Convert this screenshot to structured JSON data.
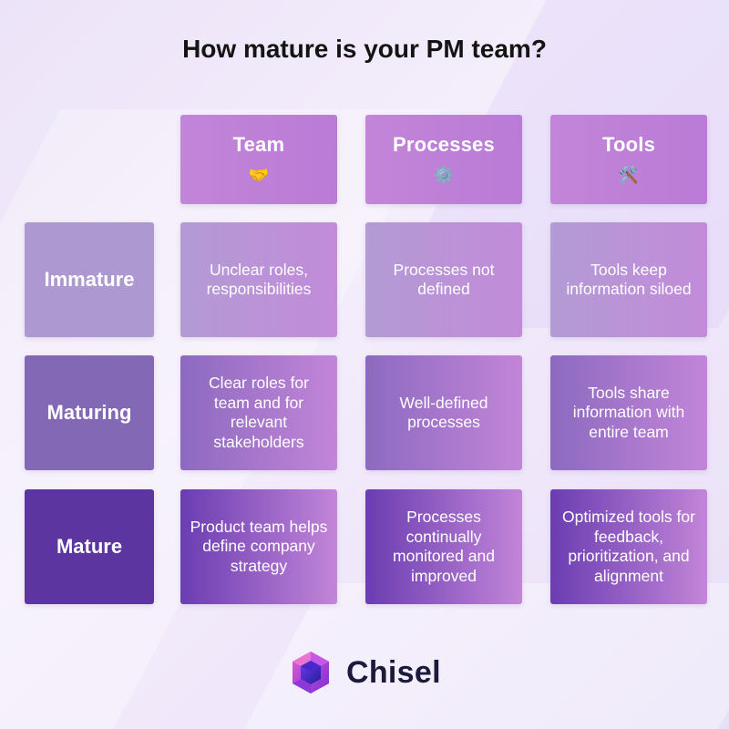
{
  "title": "How mature is your PM team?",
  "columns": [
    {
      "label": "Team",
      "icon": "🤝",
      "icon_name": "handshake-icon"
    },
    {
      "label": "Processes",
      "icon": "⚙️",
      "icon_name": "gear-icon"
    },
    {
      "label": "Tools",
      "icon": "🛠️",
      "icon_name": "hammer-and-wrench-icon"
    }
  ],
  "rows": [
    {
      "label": "Immature",
      "cells": [
        "Unclear roles, responsibilities",
        "Processes not defined",
        "Tools keep information siloed"
      ]
    },
    {
      "label": "Maturing",
      "cells": [
        "Clear roles for team and for relevant stakeholders",
        "Well-defined processes",
        "Tools share information with entire team"
      ]
    },
    {
      "label": "Mature",
      "cells": [
        "Product team helps define company strategy",
        "Processes continually monitored and improved",
        "Optimized tools for feedback, prioritization, and alignment"
      ]
    }
  ],
  "brand": {
    "name": "Chisel",
    "logo_icon": "chisel-gem-logo-icon",
    "colors": {
      "accent": "#c285d8",
      "dark": "#5c35a1",
      "text": "#1c1a3a"
    }
  }
}
